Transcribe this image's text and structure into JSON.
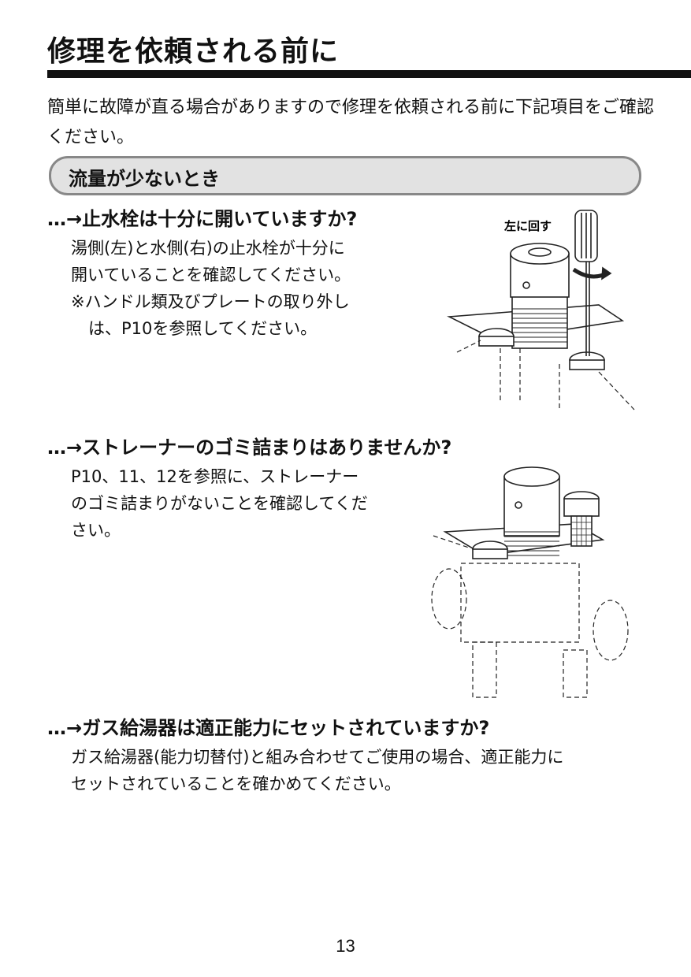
{
  "page": {
    "title": "修理を依頼される前に",
    "intro": "簡単に故障が直る場合がありますので修理を依頼される前に下記項目をご確認ください。",
    "section_title": "流量が少ないとき",
    "page_number": "13"
  },
  "questions": [
    {
      "heading": "…→止水栓は十分に開いていますか?",
      "body_lines": [
        "湯側(左)と水側(右)の止水栓が十分に",
        "開いていることを確認してください。",
        "※ハンドル類及びプレートの取り外し",
        "は、P10を参照してください。"
      ],
      "figure_label": "左に回す",
      "figure_icon": "screwdriver-valve-icon"
    },
    {
      "heading": "…→ストレーナーのゴミ詰まりはありませんか?",
      "body_lines": [
        "P10、11、12を参照に、ストレーナー",
        "のゴミ詰まりがないことを確認してくだ",
        "さい。"
      ],
      "figure_icon": "strainer-valve-icon"
    },
    {
      "heading": "…→ガス給湯器は適正能力にセットされていますか?",
      "body_lines": [
        "ガス給湯器(能力切替付)と組み合わせてご使用の場合、適正能力に",
        "セットされていることを確かめてください。"
      ]
    }
  ],
  "colors": {
    "banner_fill": "#e2e2e2",
    "banner_border": "#888888",
    "rule": "#111111"
  }
}
